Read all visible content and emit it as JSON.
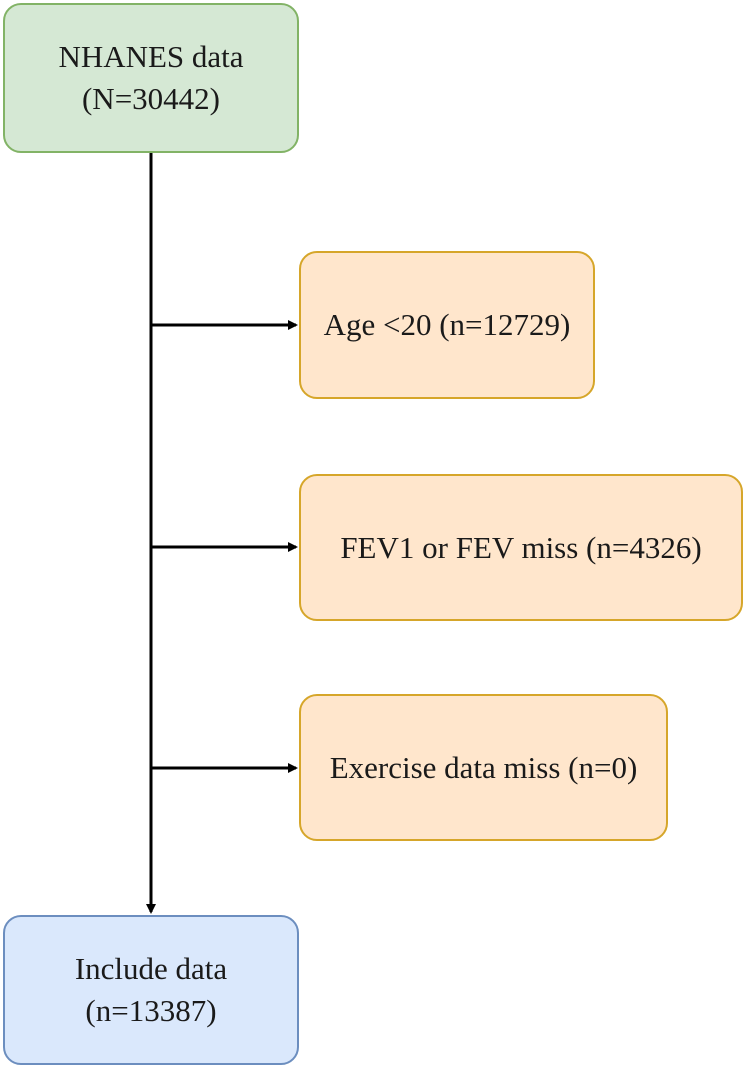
{
  "flow": {
    "start": {
      "line1": "NHANES data",
      "line2": "(N=30442)"
    },
    "exclusions": [
      {
        "label": "Age <20 (n=12729)"
      },
      {
        "label": "FEV1 or FEV miss (n=4326)"
      },
      {
        "label": "Exercise data miss (n=0)"
      }
    ],
    "end": {
      "line1": "Include data",
      "line2": "(n=13387)"
    }
  },
  "colors": {
    "start_fill": "#d5e8d4",
    "start_border": "#82b366",
    "exclusion_fill": "#ffe6cc",
    "exclusion_border": "#d6a62a",
    "end_fill": "#dae8fc",
    "end_border": "#6c8ebf",
    "arrow": "#000000"
  }
}
